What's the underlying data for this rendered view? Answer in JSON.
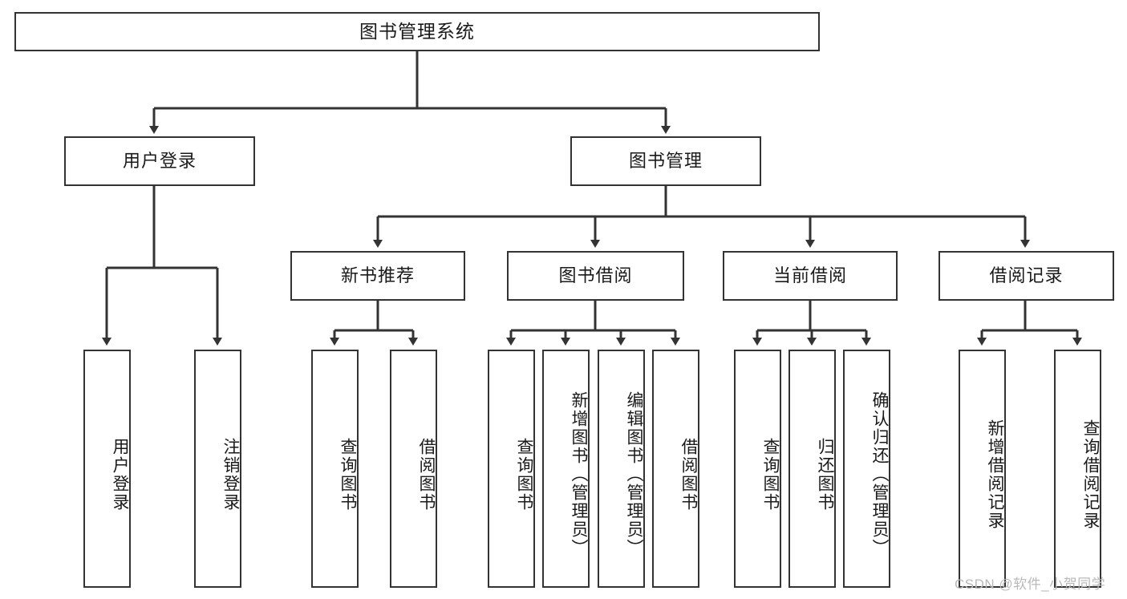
{
  "diagram": {
    "type": "tree-hierarchy",
    "title": "图书管理系统",
    "orientation": "top-down",
    "colors": {
      "box_border": "#333333",
      "box_fill": "#ffffff",
      "connector": "#333333",
      "text": "#1a1a1a",
      "watermark": "#b9b9b9"
    },
    "root": {
      "label": "图书管理系统"
    },
    "level2": [
      {
        "label": "用户登录"
      },
      {
        "label": "图书管理"
      }
    ],
    "level3": [
      {
        "label": "新书推荐"
      },
      {
        "label": "图书借阅"
      },
      {
        "label": "当前借阅"
      },
      {
        "label": "借阅记录"
      }
    ],
    "leaves": {
      "user_login": [
        {
          "label": "用户登录"
        },
        {
          "label": "注销登录"
        }
      ],
      "new_book_recommend": [
        {
          "label": "查询图书"
        },
        {
          "label": "借阅图书"
        }
      ],
      "book_borrow": [
        {
          "label": "查询图书"
        },
        {
          "label": "新增图书（管理员）"
        },
        {
          "label": "编辑图书（管理员）"
        },
        {
          "label": "借阅图书"
        }
      ],
      "current_borrow": [
        {
          "label": "查询图书"
        },
        {
          "label": "归还图书"
        },
        {
          "label": "确认归还（管理员）"
        }
      ],
      "borrow_record": [
        {
          "label": "新增借阅记录"
        },
        {
          "label": "查询借阅记录"
        }
      ]
    }
  },
  "watermark": {
    "text": "CSDN @软件_小贺同学"
  }
}
